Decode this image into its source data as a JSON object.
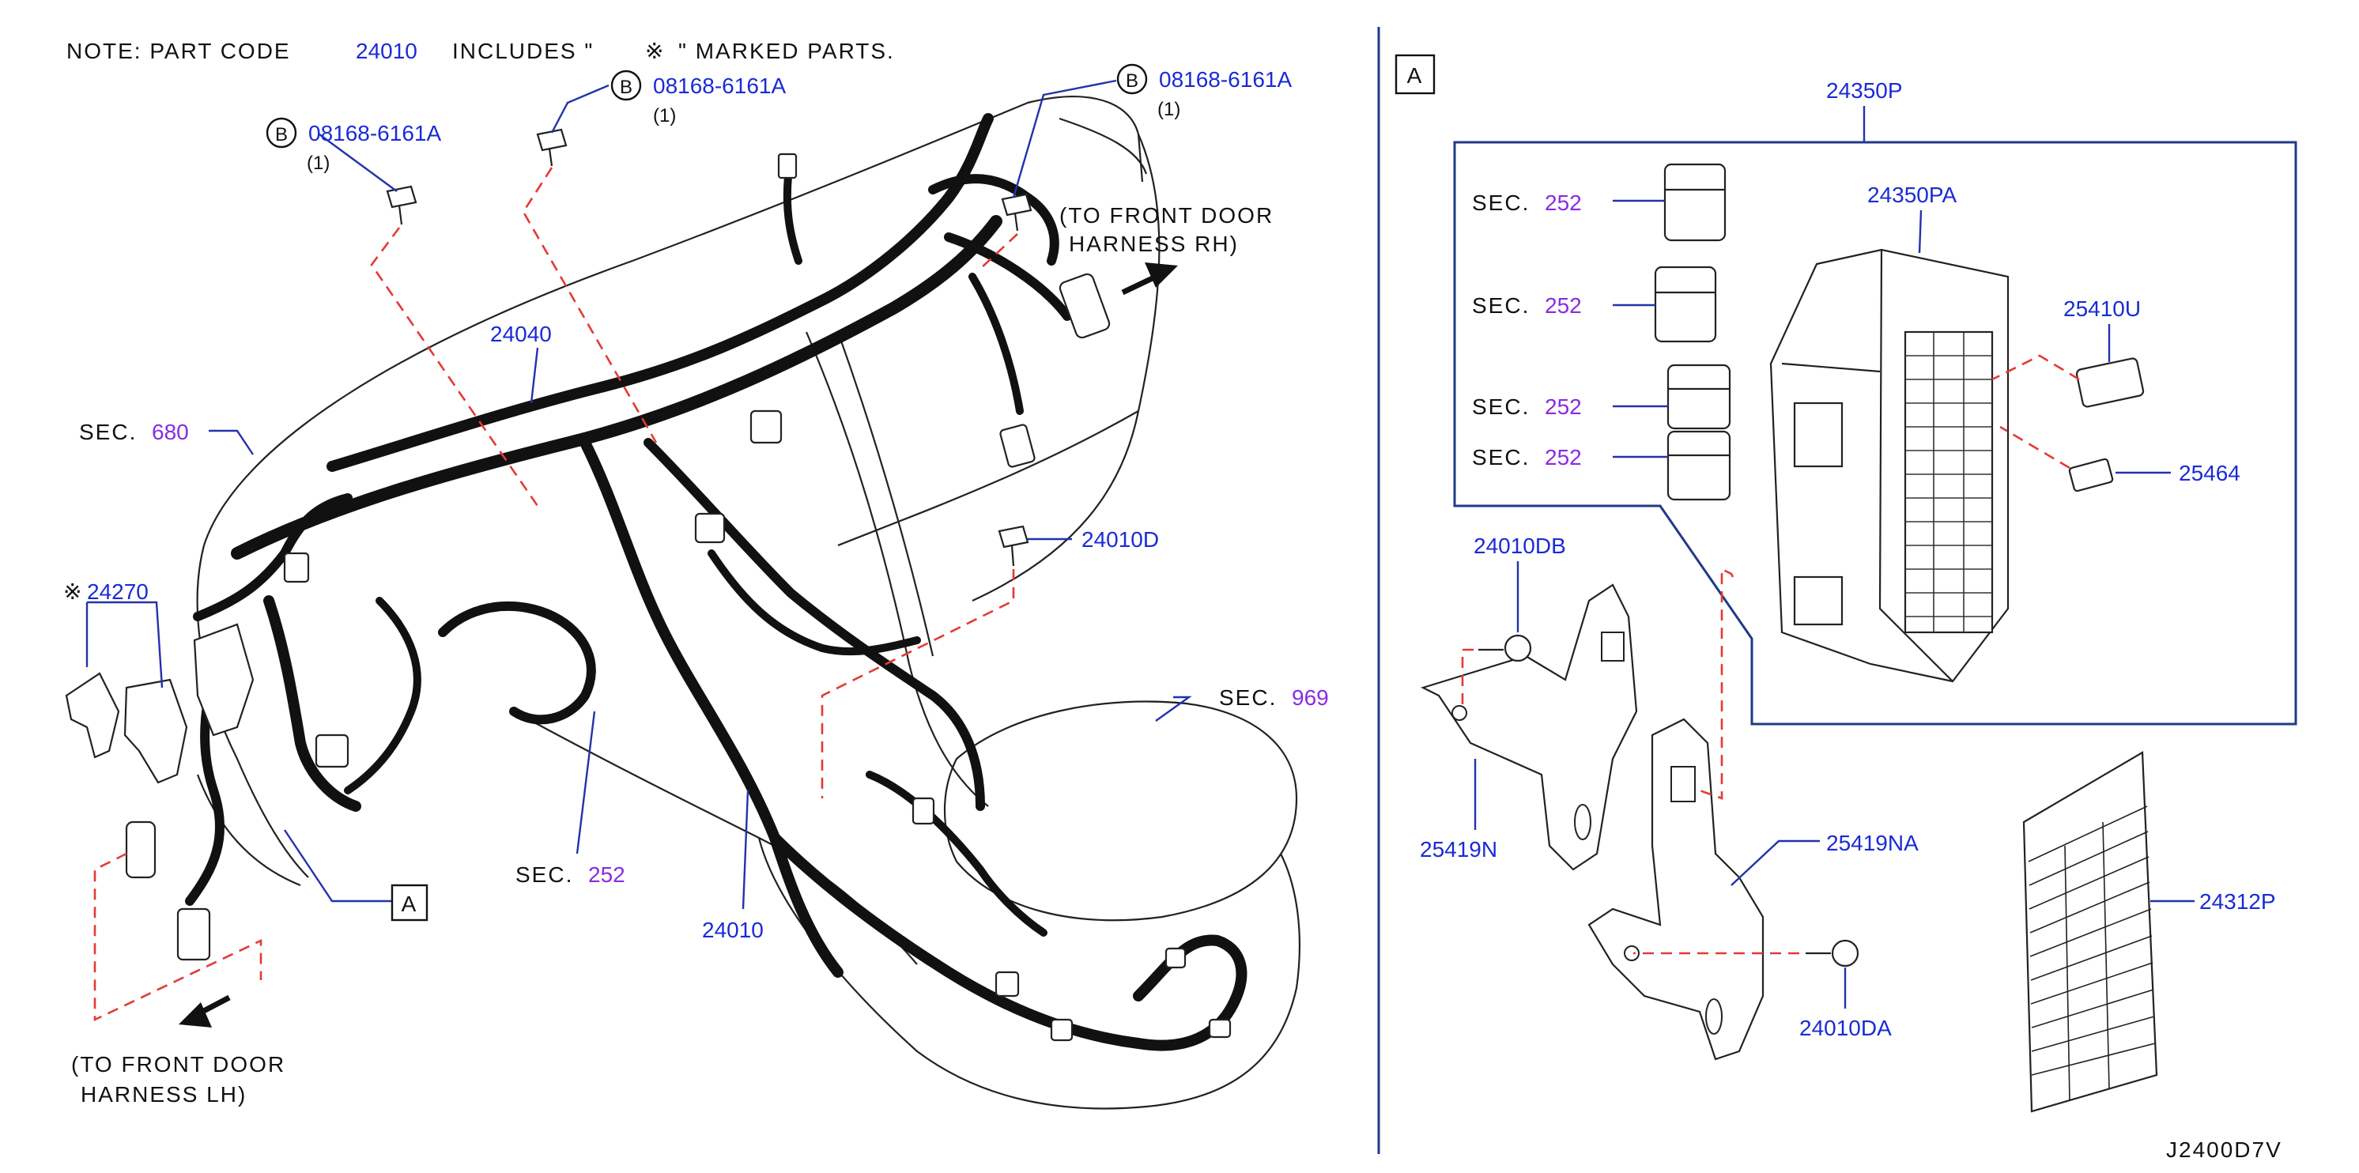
{
  "note": {
    "prefix": "NOTE:  PART  CODE",
    "code": "24010",
    "middle": "INCLUDES  \"",
    "mark": "※",
    "suffix": "\"  MARKED  PARTS."
  },
  "bolts": [
    {
      "badge": "B",
      "code": "08168-6161A",
      "qty": "(1)"
    },
    {
      "badge": "B",
      "code": "08168-6161A",
      "qty": "(1)"
    },
    {
      "badge": "B",
      "code": "08168-6161A",
      "qty": "(1)"
    }
  ],
  "callouts": {
    "front_door_rh_line1": "(TO  FRONT  DOOR",
    "front_door_rh_line2": "HARNESS  RH)",
    "front_door_lh_line1": "(TO  FRONT  DOOR",
    "front_door_lh_line2": "HARNESS  LH)",
    "p24040": "24040",
    "sec_label": "SEC.",
    "sec680": "680",
    "sec969": "969",
    "sec252": "252",
    "p24270_mark": "※",
    "p24270": "24270",
    "p24010D": "24010D",
    "p24010": "24010",
    "view_a": "A"
  },
  "detail_a": {
    "view_label": "A",
    "p24350P": "24350P",
    "p24350PA": "24350PA",
    "p25410U": "25410U",
    "p25464": "25464",
    "p24010DB": "24010DB",
    "p25419N": "25419N",
    "p25419NA": "25419NA",
    "p24010DA": "24010DA",
    "p24312P": "24312P",
    "sec_refs": [
      {
        "label": "SEC.",
        "num": "252"
      },
      {
        "label": "SEC.",
        "num": "252"
      },
      {
        "label": "SEC.",
        "num": "252"
      },
      {
        "label": "SEC.",
        "num": "252"
      }
    ]
  },
  "diagram_id": "J2400D7V",
  "colors": {
    "part_number": "#1a2bd6",
    "section_ref": "#8a2be2",
    "dashed_lead": "#e53935",
    "lead_line": "#2233aa"
  }
}
